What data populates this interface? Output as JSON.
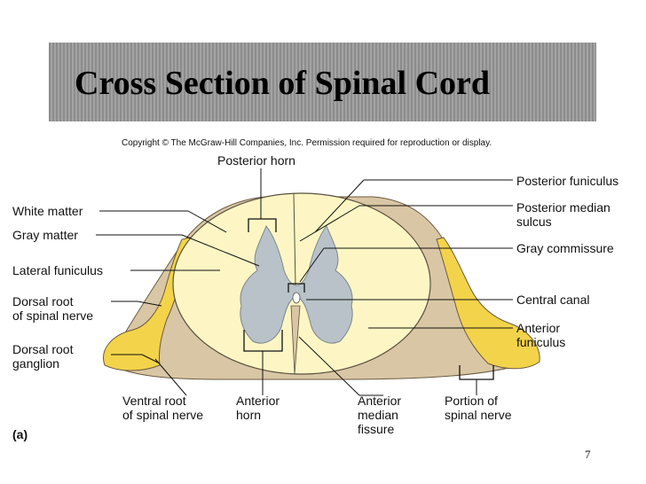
{
  "slide": {
    "title": "Cross Section of Spinal Cord",
    "copyright": "Copyright © The McGraw-Hill Companies, Inc. Permission required for reproduction or display.",
    "figure_label": "(a)",
    "page_number": "7"
  },
  "labels": {
    "posterior_horn": "Posterior horn",
    "white_matter": "White matter",
    "gray_matter": "Gray matter",
    "lateral_funiculus": "Lateral funiculus",
    "dorsal_root_line1": "Dorsal root",
    "dorsal_root_line2": "of spinal nerve",
    "dorsal_ganglion_line1": "Dorsal root",
    "dorsal_ganglion_line2": "ganglion",
    "ventral_root_line1": "Ventral root",
    "ventral_root_line2": "of spinal nerve",
    "anterior_horn_line1": "Anterior",
    "anterior_horn_line2": "horn",
    "anterior_median_line1": "Anterior",
    "anterior_median_line2": "median",
    "anterior_median_line3": "fissure",
    "portion_line1": "Portion of",
    "portion_line2": "spinal nerve",
    "posterior_funiculus": "Posterior funiculus",
    "posterior_median_line1": "Posterior median",
    "posterior_median_line2": "sulcus",
    "gray_commissure": "Gray commissure",
    "central_canal": "Central canal",
    "anterior_funiculus_line1": "Anterior",
    "anterior_funiculus_line2": "funiculus"
  },
  "colors": {
    "white_matter": "#fdf6c4",
    "gray_matter": "#b8c2c8",
    "nerve": "#f3d34a",
    "pia_tissue": "#d9c6a4",
    "title_bar": "#999999"
  }
}
